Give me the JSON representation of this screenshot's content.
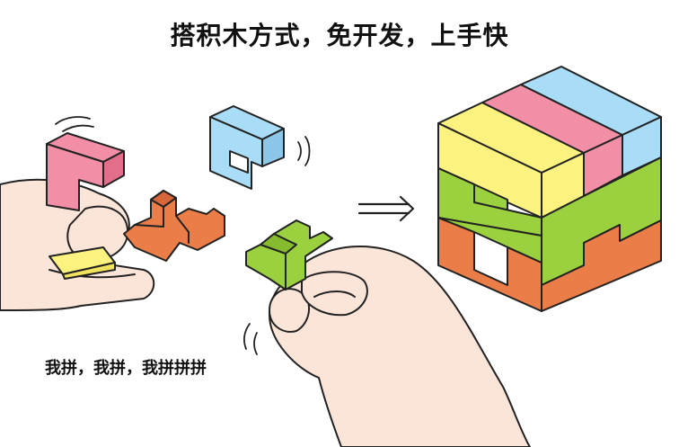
{
  "headline": "搭积木方式，免开发，上手快",
  "caption": "我拼，我拼，我拼拼拼",
  "colors": {
    "pink": "#f28fa6",
    "blue": "#a9dcf7",
    "yellow": "#fbf27f",
    "green": "#9bd13f",
    "orange": "#eb7d48",
    "skin": "#fbe5d8",
    "outline": "#222222"
  },
  "icons": [
    "left-hand",
    "right-hand",
    "double-arrow-icon",
    "motion-lines-icon"
  ]
}
